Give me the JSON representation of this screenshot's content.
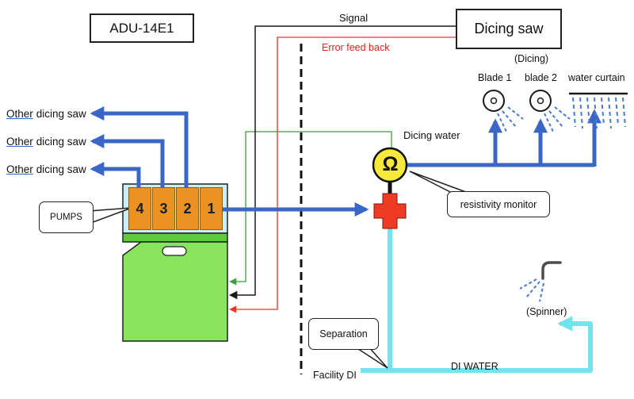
{
  "diagram": {
    "machine": {
      "title": "ADU-14E1",
      "pumps_callout": "PUMPS",
      "pump_numbers": [
        "4",
        "3",
        "2",
        "1"
      ]
    },
    "dicing_saw": {
      "title": "Dicing saw",
      "dicing_caption": "(Dicing)",
      "blade1": "Blade 1",
      "blade2": "blade 2",
      "water_curtain": "water curtain",
      "spinner": "(Spinner)"
    },
    "connections": {
      "signal": "Signal",
      "error_feedback": "Error feed back",
      "other_saw_prefix": "Other",
      "other_saw_rest": "dicing saw"
    },
    "water": {
      "dicing_water": "Dicing water",
      "di_water": "DI WATER",
      "facility_di": "Facility DI",
      "separation_callout": "Separation"
    },
    "monitor": {
      "symbol": "Ω",
      "callout": "resistivity monitor"
    },
    "colors": {
      "flow_blue": "#3a66c8",
      "di_cyan": "#72e4ee",
      "machine_green": "#8ae55e",
      "pump_orange": "#ec9222",
      "monitor_yellow": "#f7ea3a",
      "valve_red": "#ee3b24",
      "error_red": "#f03022",
      "feedback_green": "#3f9e3f"
    }
  }
}
